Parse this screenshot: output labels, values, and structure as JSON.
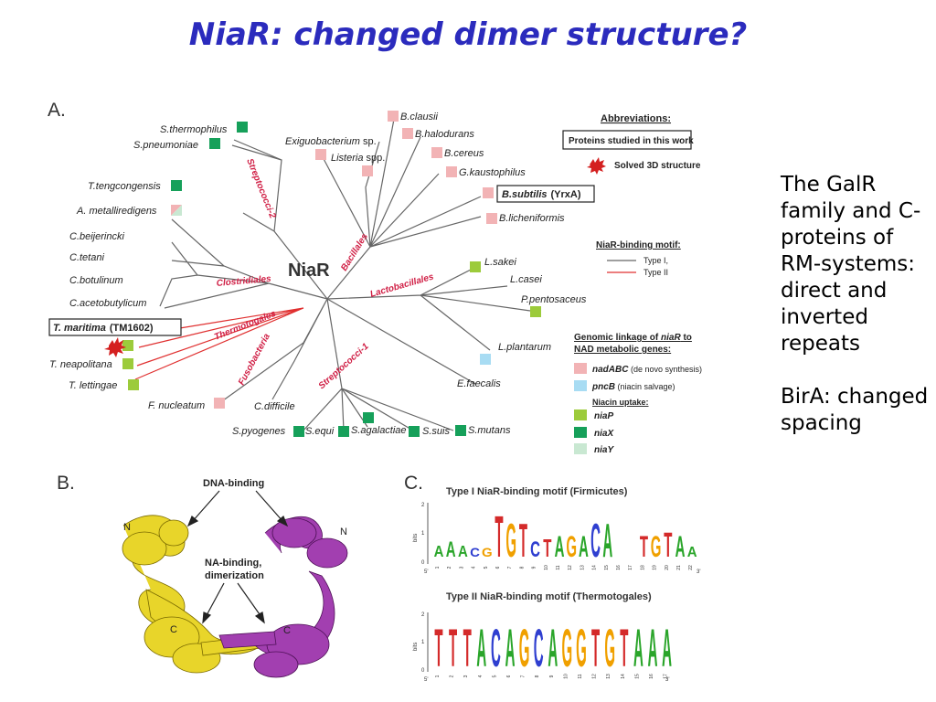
{
  "slide": {
    "title": "NiaR: changed dimer structure?",
    "side_text_1": "The GalR family and C-proteins of RM-systems: direct and inverted repeats",
    "side_text_2": "BirA: changed spacing"
  },
  "panel_a": {
    "label": "A.",
    "center": "NiaR",
    "clades": [
      "Streptococci-2",
      "Clostridiales",
      "Thermotogales",
      "Fusobacteria",
      "Streptococci-1",
      "Bacillales",
      "Lactobacillales"
    ],
    "taxa": {
      "s_thermophilus": "S.thermophilus",
      "s_pneumoniae": "S.pneumoniae",
      "t_tengcongensis": "T.tengcongensis",
      "a_metalliredigens": "A. metalliredigens",
      "c_beijerinckii": "C.beijerincki",
      "c_tetani": "C.tetani",
      "c_botulinum": "C.botulinum",
      "c_acetobutylicum": "C.acetobutylicum",
      "t_maritima": "T. maritima",
      "t_maritima_id": "(TM1602)",
      "t_neapolitana": "T. neapolitana",
      "t_lettingae": "T. lettingae",
      "f_nucleatum": "F. nucleatum",
      "c_difficile": "C.difficile",
      "s_pyogenes": "S.pyogenes",
      "s_equi": "S.equi",
      "s_agalactiae": "S.agalactiae",
      "s_suis": "S.suis",
      "s_mutans": "S.mutans",
      "e_faecalis": "E.faecalis",
      "l_plantarum": "L.plantarum",
      "p_pentosaceus": "P.pentosaceus",
      "l_casei": "L.casei",
      "l_sakei": "L.sakei",
      "exiguobacterium": "Exiguobacterium",
      "exiguobacterium_sp": " sp.",
      "listeria": "Listeria",
      "listeria_sp": " spp.",
      "b_clausii": "B.clausii",
      "b_halodurans": "B.halodurans",
      "b_cereus": "B.cereus",
      "g_kaustophilus": "G.kaustophilus",
      "b_subtilis": "B.subtilis",
      "b_subtilis_id": "(YrxA)",
      "b_licheniformis": "B.licheniformis"
    },
    "legend": {
      "abbreviations": "Abbreviations:",
      "studied": "Proteins studied in this work",
      "solved": "Solved 3D structure",
      "motif_title": "NiaR-binding motif:",
      "type1": "Type I,",
      "type2": "Type II",
      "genomic_title_1": "Genomic linkage of ",
      "genomic_title_gene": "niaR",
      "genomic_title_2": " to",
      "genomic_title_3": "NAD metabolic genes:",
      "nadabc": "nadABC",
      "nadabc_desc": " (de novo synthesis)",
      "pncb": "pncB",
      "pncb_desc": " (niacin salvage)",
      "uptake": "Niacin uptake:",
      "niap": "niaP",
      "niax": "niaX",
      "niay": "niaY"
    },
    "colors": {
      "nadabc": "#f2b3b5",
      "pncb": "#a8dcf3",
      "niap": "#9ccb3b",
      "niax": "#16a05a",
      "niay": "#c9e8d2",
      "type1": "#666666",
      "type2": "#e03030",
      "clade": "#d01f45",
      "starburst": "#d42020"
    }
  },
  "panel_b": {
    "label": "B.",
    "dna_binding": "DNA-binding",
    "na_binding_1": "NA-binding,",
    "na_binding_2": "dimerization",
    "n_left": "N",
    "n_right": "N",
    "c_left": "C",
    "c_right": "C",
    "colors": {
      "chain_a": "#e8d52a",
      "chain_b": "#a23fb0"
    }
  },
  "panel_c": {
    "label": "C.",
    "title_type1": "Type I NiaR-binding motif (Firmicutes)",
    "title_type2": "Type II NiaR-binding motif (Thermotogales)",
    "axis_label": "bits",
    "five_prime": "5'",
    "three_prime": "3'",
    "y_ticks": [
      "2",
      "1",
      "0"
    ],
    "type1_positions": [
      "1",
      "2",
      "3",
      "4",
      "5",
      "6",
      "7",
      "8",
      "9",
      "10",
      "11",
      "12",
      "13",
      "14",
      "15",
      "16",
      "17",
      "18",
      "19",
      "20",
      "21",
      "22"
    ],
    "type2_positions": [
      "1",
      "2",
      "3",
      "4",
      "5",
      "6",
      "7",
      "8",
      "9",
      "10",
      "11",
      "12",
      "13",
      "14",
      "15",
      "16",
      "17"
    ],
    "type1_logo": [
      "A",
      "A",
      "A",
      "C",
      "G",
      "T",
      "G",
      "T",
      "C",
      "T",
      "A",
      "G",
      "A",
      "C",
      "A",
      "",
      "",
      "T",
      "G",
      "T",
      "A",
      "A"
    ],
    "type2_logo": [
      "T",
      "T",
      "T",
      "A",
      "C",
      "A",
      "G",
      "C",
      "A",
      "G",
      "G",
      "T",
      "G",
      "T",
      "A",
      "A",
      "A"
    ],
    "letter_colors": {
      "A": "#2aa52a",
      "C": "#2f3fd0",
      "G": "#f0a000",
      "T": "#d42a2a"
    }
  }
}
